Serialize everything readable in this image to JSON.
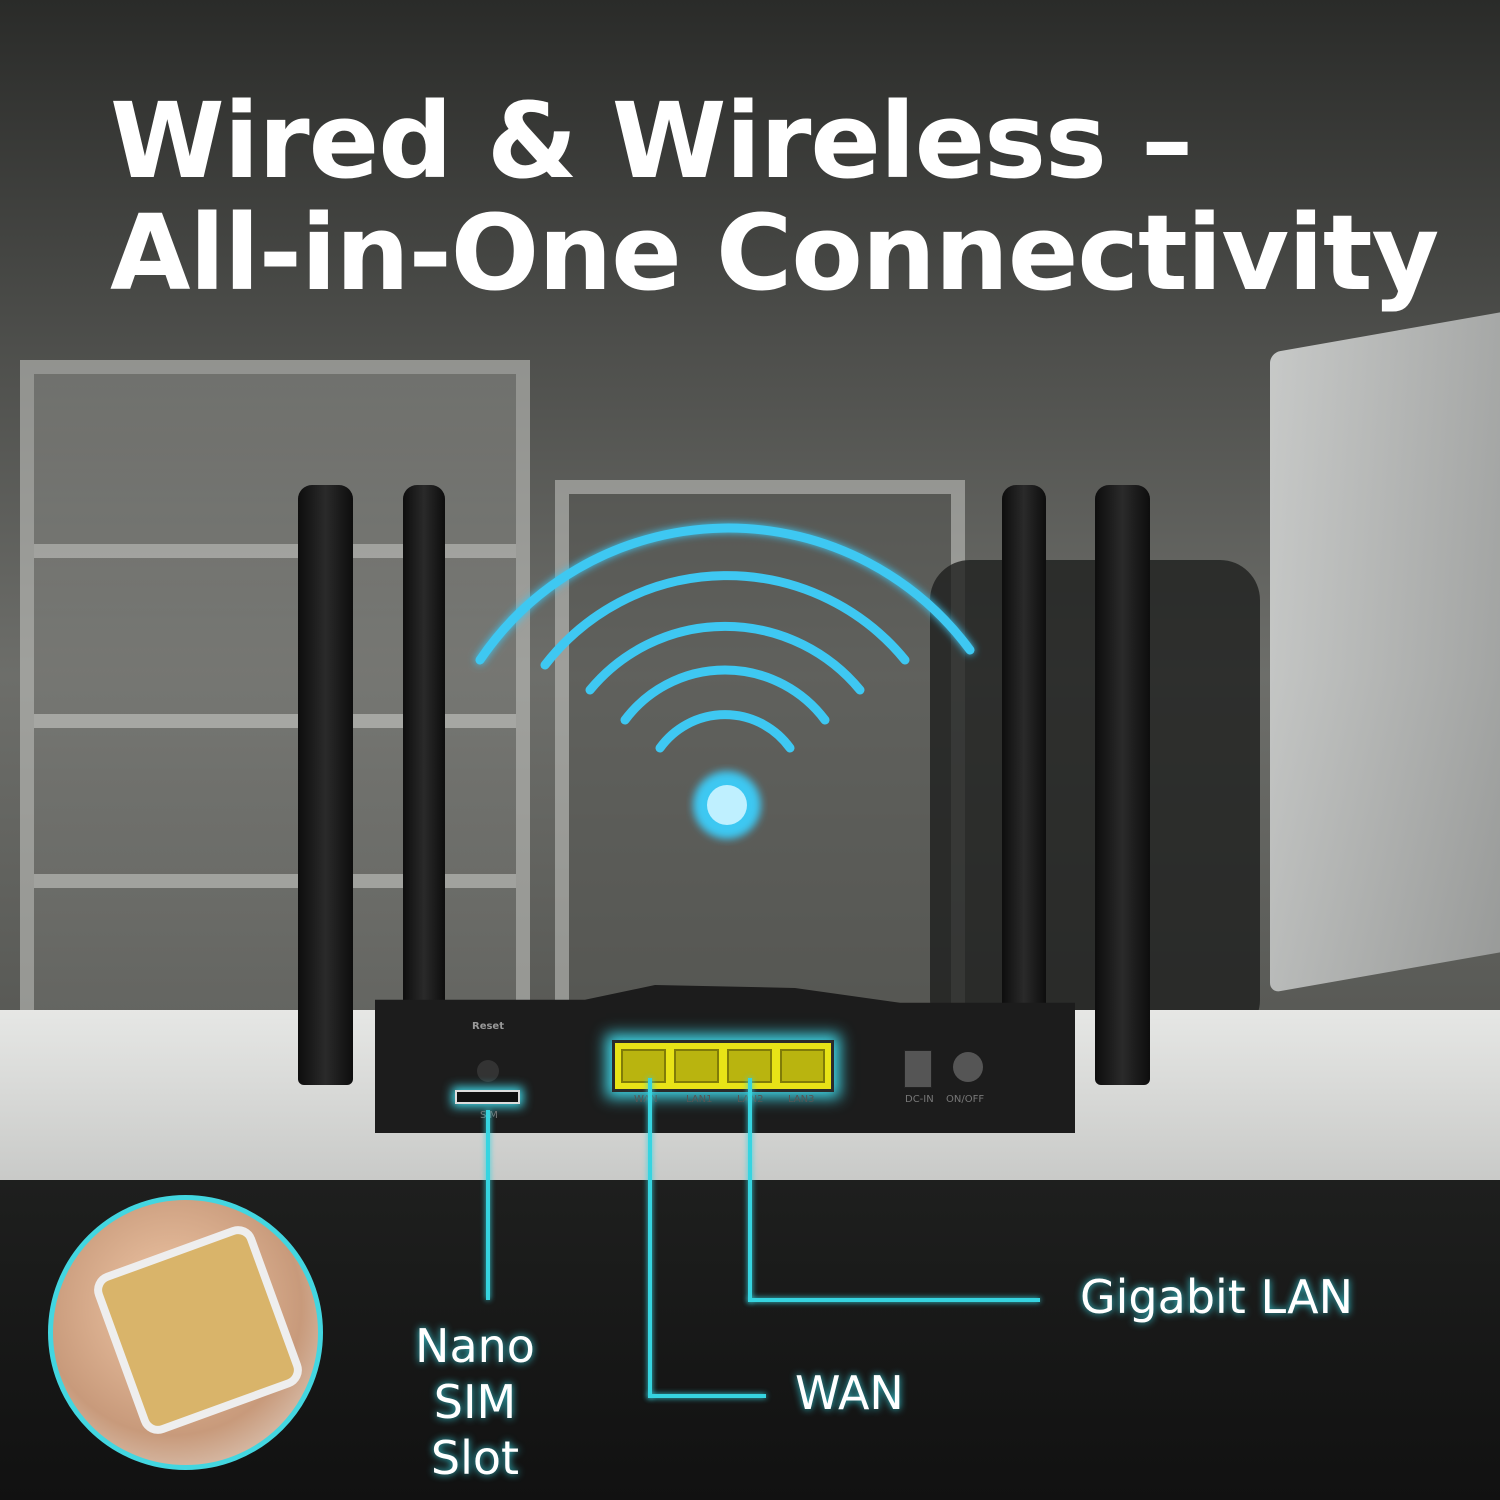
{
  "headline": {
    "line1": "Wired & Wireless –",
    "line2": "All-in-One Connectivity"
  },
  "router": {
    "reset_label": "Reset",
    "sim_label": "SIM",
    "ports": [
      "WAN",
      "LAN1",
      "LAN2",
      "LAN3"
    ],
    "dc_label": "DC-IN",
    "power_label": "ON/OFF"
  },
  "callouts": {
    "sim": {
      "line1": "Nano SIM",
      "line2": "Slot"
    },
    "wan": "WAN",
    "lan": "Gigabit LAN"
  },
  "colors": {
    "accent": "#36d4e0",
    "ports": "#e8e317"
  }
}
